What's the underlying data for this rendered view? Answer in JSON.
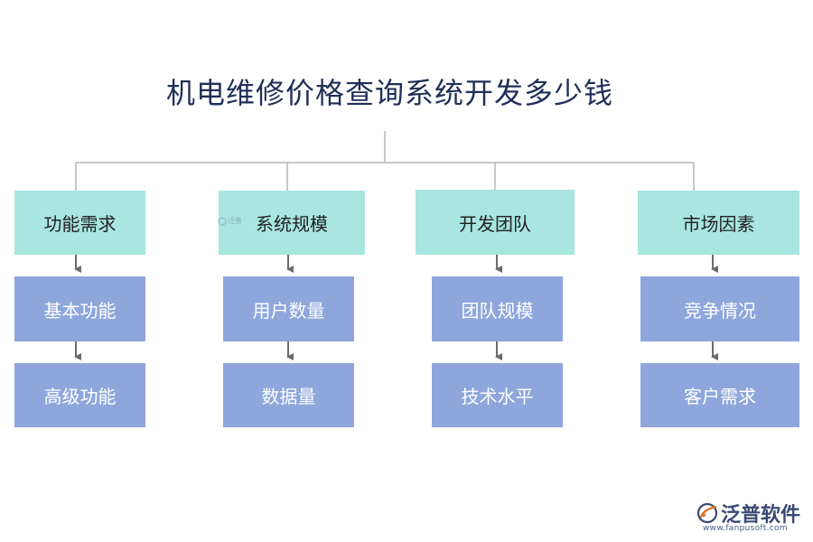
{
  "title": "机电维修价格查询系统开发多少钱",
  "columns": [
    {
      "head": "功能需求",
      "items": [
        "基本功能",
        "高级功能"
      ]
    },
    {
      "head": "系统规模",
      "items": [
        "用户数量",
        "数据量"
      ]
    },
    {
      "head": "开发团队",
      "items": [
        "团队规模",
        "技术水平"
      ]
    },
    {
      "head": "市场因素",
      "items": [
        "竞争情况",
        "客户需求"
      ]
    }
  ],
  "watermark": {
    "text": "泛普"
  },
  "brand": {
    "name": "泛普软件",
    "url": "www.fanpusoft.com"
  },
  "colors": {
    "head": "#a8e6df",
    "item": "#8ea6dc",
    "title": "#1f2f57",
    "line": "#b5b5b5",
    "arrow": "#6b6b6b"
  }
}
